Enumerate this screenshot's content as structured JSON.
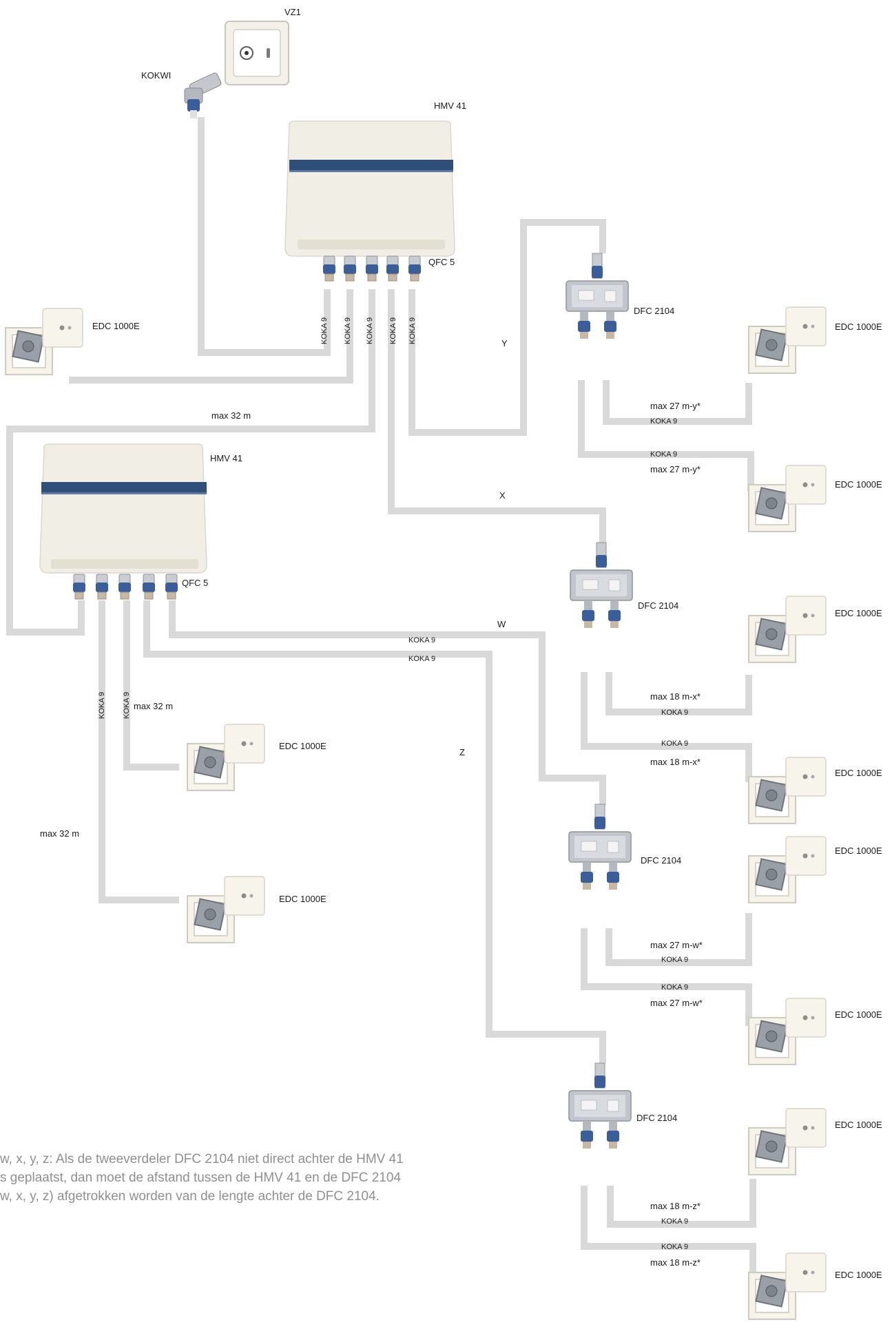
{
  "devices": {
    "wall_socket": "VZ1",
    "angle_plug": "KOKWI",
    "amplifier_top": "HMV 41",
    "amplifier_bottom": "HMV 41",
    "connectors_top": "QFC 5",
    "connectors_bottom": "QFC 5",
    "splitter_y": "DFC 2104",
    "splitter_x": "DFC 2104",
    "splitter_w": "DFC 2104",
    "splitter_z": "DFC 2104",
    "outlet": "EDC 1000E"
  },
  "cables": {
    "koka": "KOKA 9",
    "max_32": "max 32 m",
    "max_y": "max 27 m-y*",
    "max_x": "max 18 m-x*",
    "max_w": "max 27 m-w*",
    "max_z": "max 18 m-z*"
  },
  "distances": {
    "y": "Y",
    "x": "X",
    "w": "W",
    "z": "Z"
  },
  "footnote": [
    "w, x, y, z:  Als de tweeverdeler DFC 2104 niet direct achter de HMV 41",
    "s geplaatst, dan moet de afstand tussen de HMV 41 en de DFC 2104",
    "w, x, y, z) afgetrokken worden van de lengte achter de DFC 2104."
  ],
  "colors": {
    "cable": "#d9d9d9",
    "device_body": "#f1eee6",
    "device_stripe": "#2f4f78",
    "connector_blue": "#3a5e9a",
    "metal": "#b5b9bf",
    "footnote_text": "#8f8f8f"
  }
}
